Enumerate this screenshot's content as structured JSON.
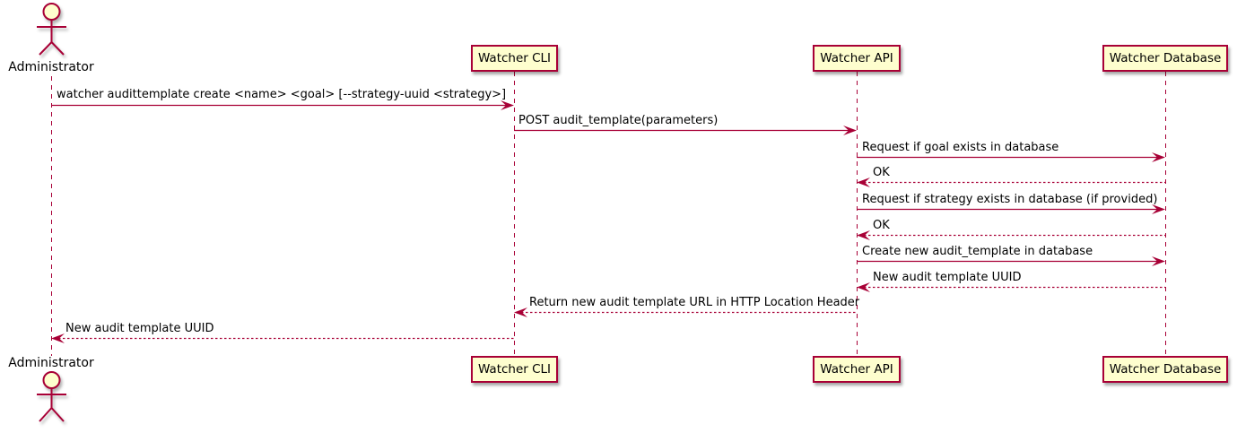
{
  "diagram": {
    "kind": "uml-sequence-diagram",
    "actor": {
      "name": "Administrator"
    },
    "participants": [
      {
        "name": "Watcher CLI"
      },
      {
        "name": "Watcher API"
      },
      {
        "name": "Watcher Database"
      }
    ],
    "messages": [
      {
        "from": "Administrator",
        "to": "Watcher CLI",
        "line": "solid",
        "label": "watcher audittemplate create <name> <goal> [--strategy-uuid <strategy>]"
      },
      {
        "from": "Watcher CLI",
        "to": "Watcher API",
        "line": "solid",
        "label": "POST audit_template(parameters)"
      },
      {
        "from": "Watcher API",
        "to": "Watcher Database",
        "line": "solid",
        "label": "Request if goal exists in database"
      },
      {
        "from": "Watcher Database",
        "to": "Watcher API",
        "line": "dotted",
        "label": "OK"
      },
      {
        "from": "Watcher API",
        "to": "Watcher Database",
        "line": "solid",
        "label": "Request if strategy exists in database (if provided)"
      },
      {
        "from": "Watcher Database",
        "to": "Watcher API",
        "line": "dotted",
        "label": "OK"
      },
      {
        "from": "Watcher API",
        "to": "Watcher Database",
        "line": "solid",
        "label": "Create new audit_template in database"
      },
      {
        "from": "Watcher Database",
        "to": "Watcher API",
        "line": "dotted",
        "label": "New audit template UUID"
      },
      {
        "from": "Watcher API",
        "to": "Watcher CLI",
        "line": "dotted",
        "label": "Return new audit template URL in HTTP Location Header"
      },
      {
        "from": "Watcher CLI",
        "to": "Administrator",
        "line": "dotted",
        "label": "New audit template UUID"
      }
    ],
    "colors": {
      "accent": "#A80036",
      "participant_fill": "#FEFECE",
      "text": "#000000",
      "background": "#FFFFFF"
    }
  }
}
